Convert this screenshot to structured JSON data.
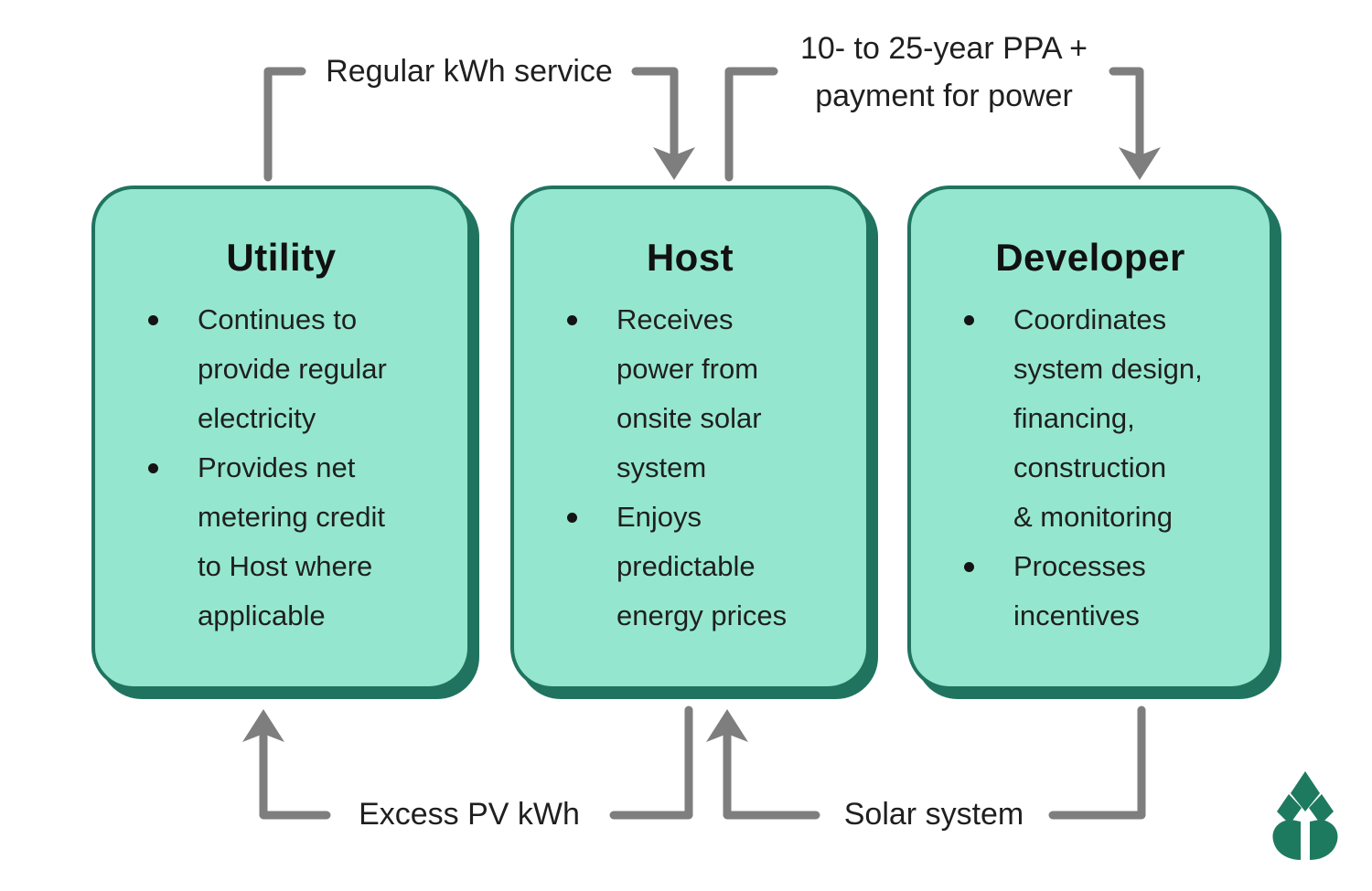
{
  "boxes": [
    {
      "title": "Utility",
      "bullets": [
        "Continues to\nprovide regular\nelectricity",
        "Provides net\nmetering credit\nto Host where\napplicable"
      ]
    },
    {
      "title": "Host",
      "bullets": [
        "Receives\npower from\nonsite solar\nsystem",
        "Enjoys\npredictable\nenergy prices"
      ]
    },
    {
      "title": "Developer",
      "bullets": [
        "Coordinates\nsystem design,\nfinancing,\nconstruction\n& monitoring",
        "Processes\nincentives"
      ]
    }
  ],
  "connector_labels": {
    "regular_kwh": "Regular kWh service",
    "ppa": "10- to 25-year PPA +\npayment for power",
    "excess_pv": "Excess PV kWh",
    "solar_system": "Solar system"
  },
  "icons": {
    "logo": "leaf-logo"
  },
  "colors": {
    "box_fill": "#94E7CE",
    "box_border": "#20745F",
    "arrow_gray": "#7E7E7E",
    "logo_green": "#1E7A5E",
    "text_dark": "#1F1F1F",
    "title_dark": "#111111"
  }
}
